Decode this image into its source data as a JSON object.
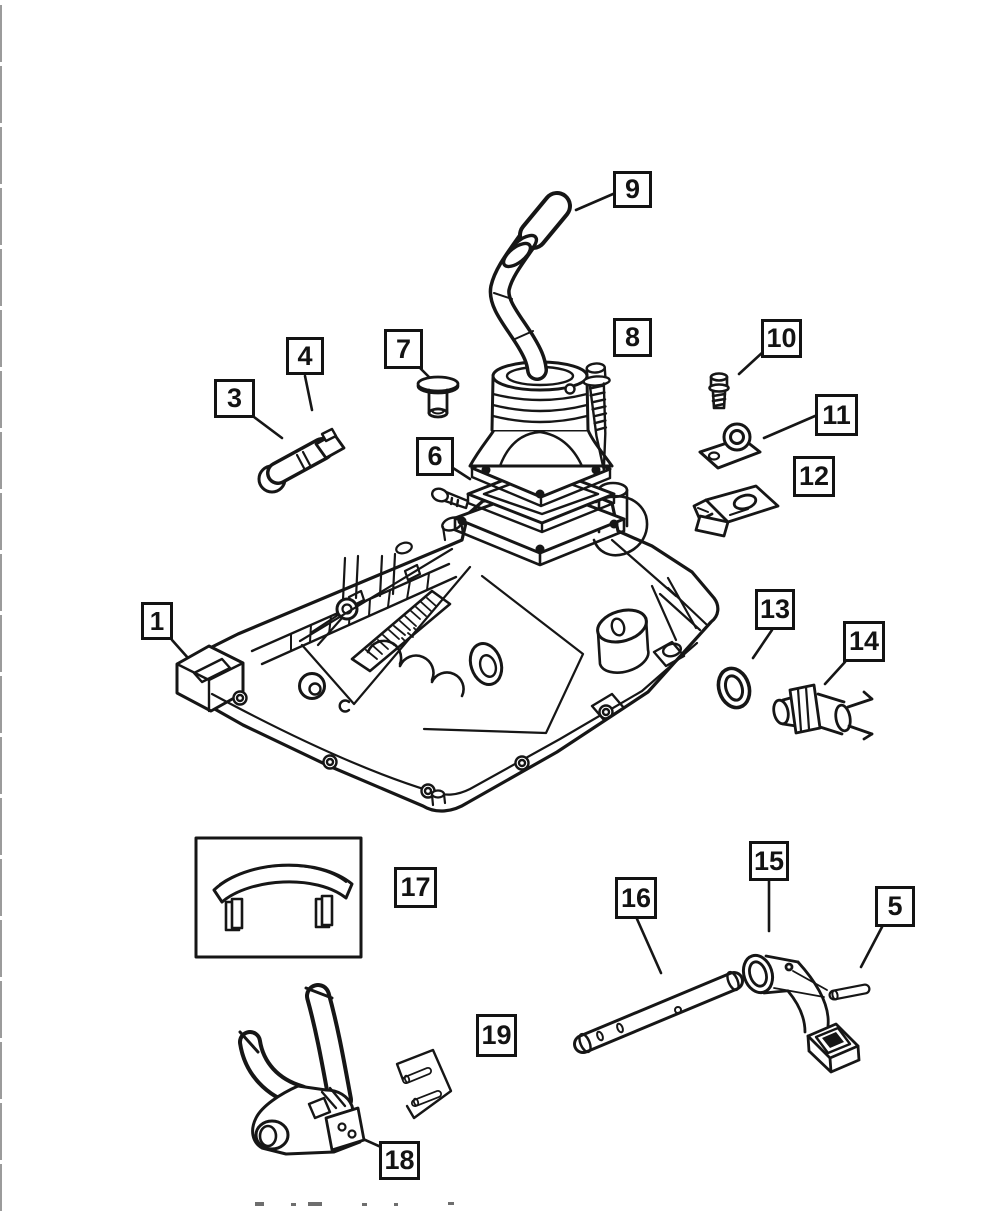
{
  "figure": {
    "kind": "exploded-parts-diagram",
    "callouts": {
      "c1": {
        "label": "1"
      },
      "c3": {
        "label": "3"
      },
      "c4": {
        "label": "4"
      },
      "c5": {
        "label": "5"
      },
      "c6": {
        "label": "6"
      },
      "c7": {
        "label": "7"
      },
      "c8": {
        "label": "8"
      },
      "c9": {
        "label": "9"
      },
      "c10": {
        "label": "10"
      },
      "c11": {
        "label": "11"
      },
      "c12": {
        "label": "12"
      },
      "c13": {
        "label": "13"
      },
      "c14": {
        "label": "14"
      },
      "c15": {
        "label": "15"
      },
      "c16": {
        "label": "16"
      },
      "c17": {
        "label": "17"
      },
      "c18": {
        "label": "18"
      },
      "c19": {
        "label": "19"
      }
    }
  },
  "colors": {
    "line": "#161616",
    "background": "#ffffff",
    "edge_artifact": "#9b9b9b"
  }
}
